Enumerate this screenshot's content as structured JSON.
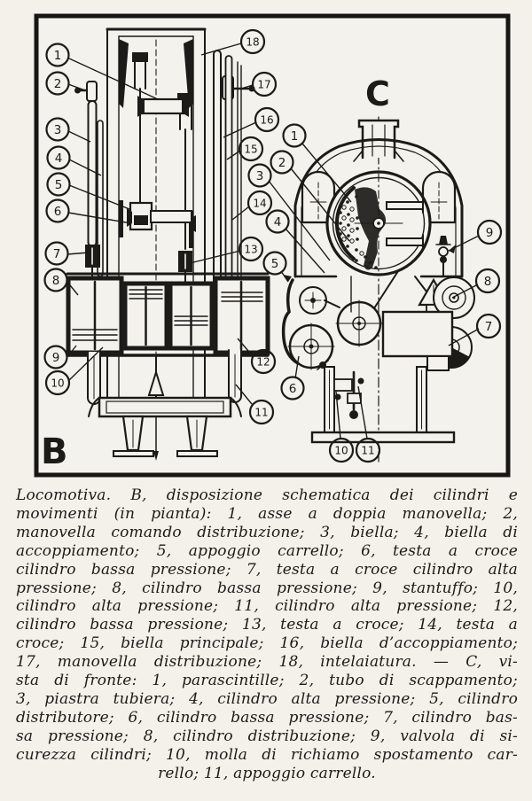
{
  "figure": {
    "panel_b": {
      "label": "B",
      "callouts": [
        "1",
        "2",
        "3",
        "4",
        "5",
        "6",
        "7",
        "8",
        "9",
        "10",
        "11",
        "12",
        "13",
        "14",
        "15",
        "16",
        "17",
        "18"
      ]
    },
    "panel_c": {
      "label": "C",
      "callouts": [
        "1",
        "2",
        "3",
        "4",
        "5",
        "6",
        "7",
        "8",
        "9",
        "10",
        "11"
      ]
    }
  },
  "caption": {
    "lines": [
      "Locomotiva. B, disposizione schematica dei cilindri e",
      "movimenti (in pianta): 1, asse a doppia manovella; 2,",
      "manovella comando distribuzione; 3, biella; 4, biella di",
      "accoppiamento; 5, appoggio carrello; 6, testa a croce",
      "cilindro bassa pressione; 7, testa a croce cilindro alta",
      "pressione; 8, cilindro bassa pressione; 9, stantuffo; 10,",
      "cilindro alta pressione; 11, cilindro alta pressione; 12,",
      "cilindro bassa pressione; 13, testa a croce; 14, testa a",
      "croce; 15, biella principale; 16, biella d’accoppiamento;",
      "17, manovella distribuzione; 18, intelaiatura. — C, vi-",
      "sta di fronte: 1, parascintille; 2, tubo di scappamento;",
      "3, piastra tubiera; 4, cilindro alta pressione; 5, cilindro",
      "distributore; 6, cilindro bassa pressione; 7, cilindro bas-",
      "sa pressione; 8, cilindro distribuzione; 9, valvola di si-",
      "curezza cilindri; 10, molla di richiamo spostamento car-",
      "rello; 11, appoggio carrello."
    ]
  },
  "colors": {
    "paper": "#f3f1ea",
    "ink": "#1c1b18"
  }
}
